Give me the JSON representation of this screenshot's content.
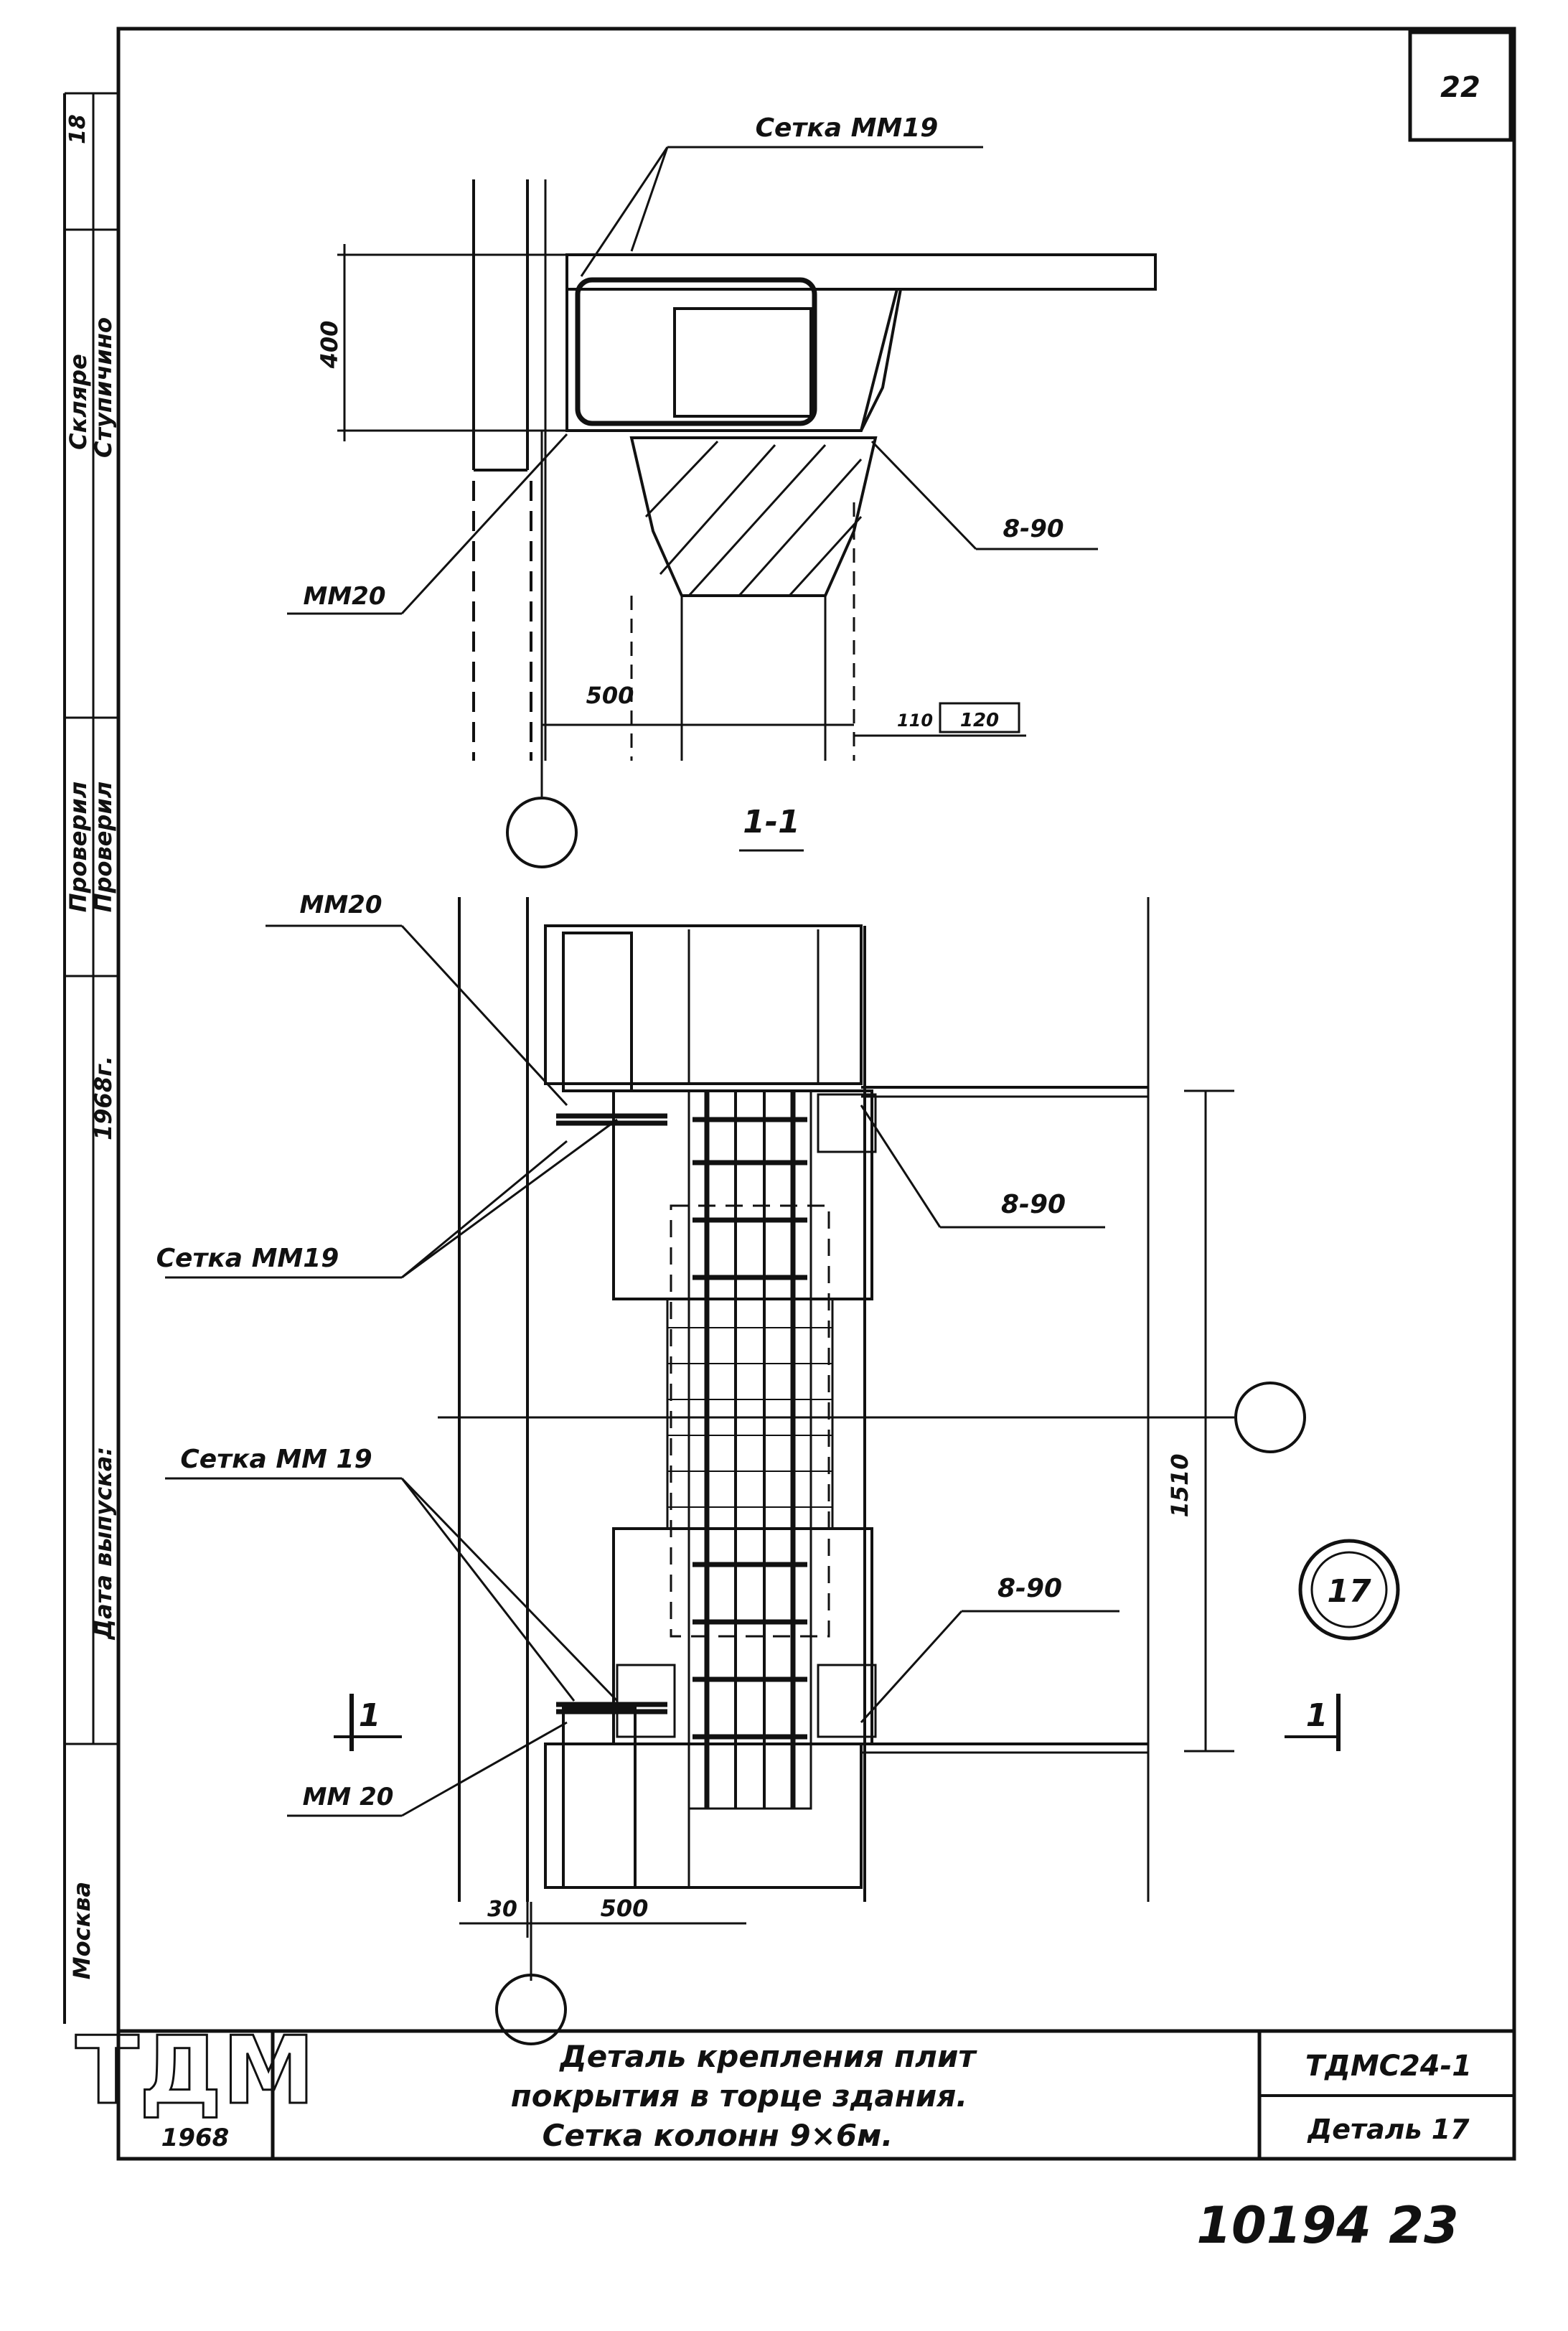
{
  "sheet": {
    "page_number": "22",
    "sheet_id_handwritten": "10194 23",
    "detail_mark": "17"
  },
  "side_stamp": {
    "top_mark": "18",
    "row1": [
      "Склярe",
      "Ступичино"
    ],
    "row2": [
      "Проверил",
      "Проверил"
    ],
    "row3": "1968г.",
    "row4": [
      "Дата выпуска:"
    ],
    "city": "Москва"
  },
  "section_top": {
    "title": "1-1",
    "labels": {
      "mesh_top": "Сетка ММ19",
      "mm20": "ММ20",
      "weld": "8-90",
      "dim_height": "400",
      "dim_width": "500",
      "dim_gap1": "110",
      "dim_gap2": "120"
    }
  },
  "plan_view": {
    "labels": {
      "mm20_top": "ММ20",
      "mesh_mid": "Сетка ММ19",
      "weld_top": "8-90",
      "mesh_low": "Сетка ММ 19",
      "weld_low": "8-90",
      "mm20_bottom": "ММ 20",
      "dim_vertical": "1510",
      "dim_bottom_small": "30",
      "dim_bottom": "500",
      "section_mark_left": "1",
      "section_mark_right": "1"
    }
  },
  "title_block": {
    "logo": "ТДМ",
    "year": "1968",
    "title_lines": [
      "Деталь крепления плит",
      "покрытия в торце здания.",
      "Сетка колонн 9×6м."
    ],
    "code": "ТДМС24-1",
    "detail": "Деталь 17"
  },
  "colors": {
    "ink": "#111111",
    "paper": "#ffffff"
  }
}
